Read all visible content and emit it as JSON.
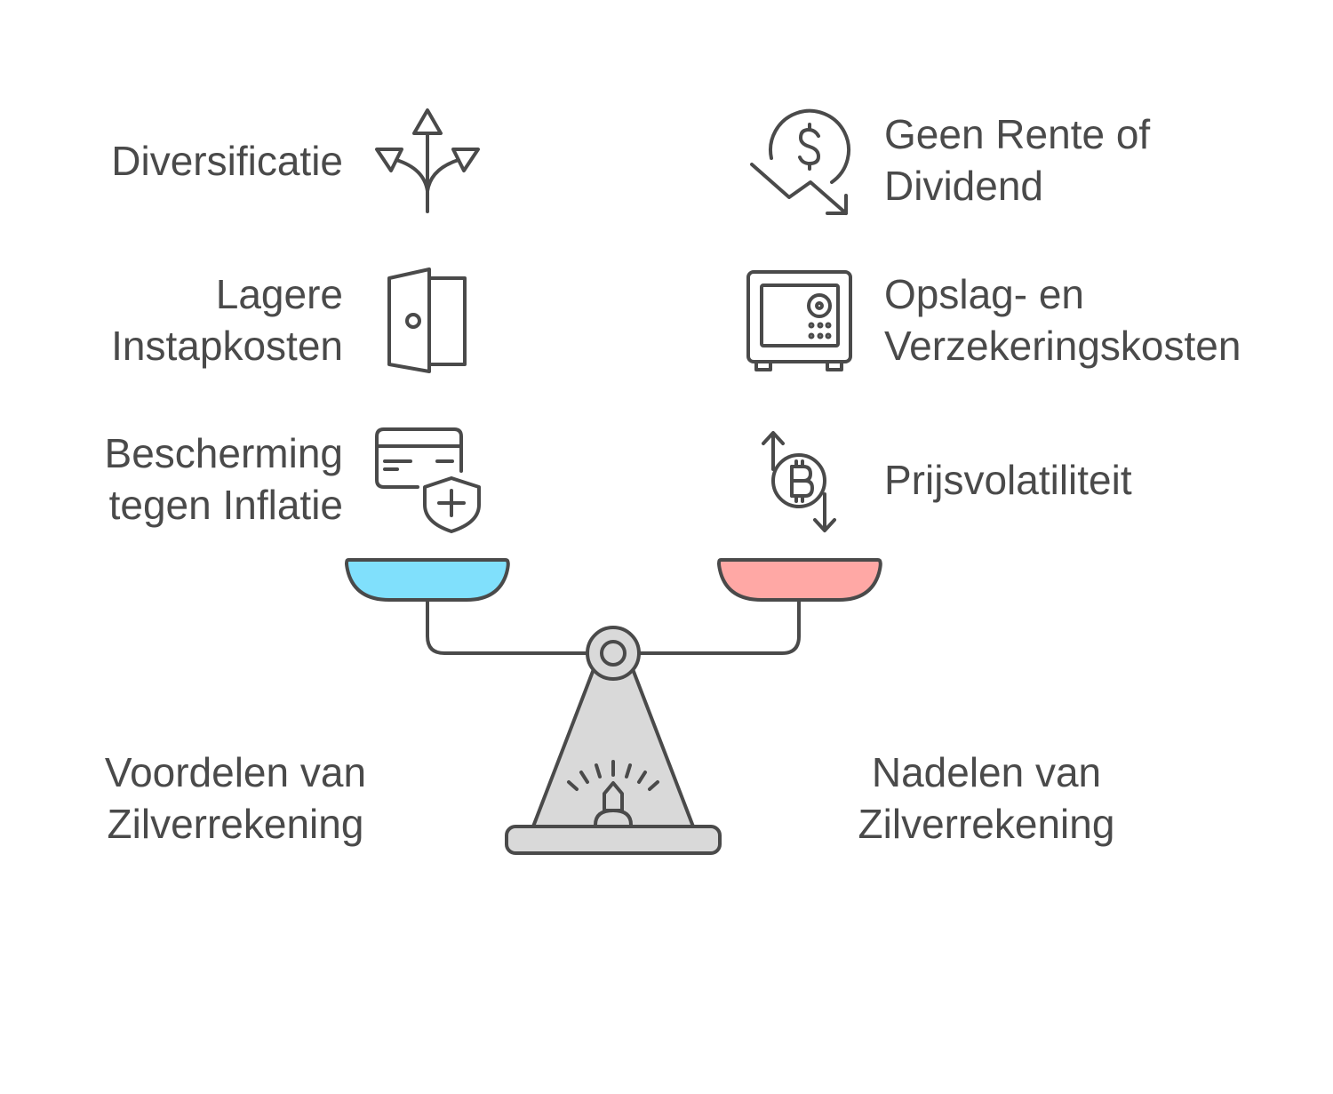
{
  "advantages": {
    "title_line1": "Voordelen van",
    "title_line2": "Zilverrekening",
    "items": [
      {
        "line1": "Diversificatie",
        "line2": "",
        "icon": "split-arrows-icon"
      },
      {
        "line1": "Lagere",
        "line2": "Instapkosten",
        "icon": "open-door-icon"
      },
      {
        "line1": "Bescherming",
        "line2": "tegen Inflatie",
        "icon": "card-shield-icon"
      }
    ],
    "pan_color": "#80e0fc"
  },
  "disadvantages": {
    "title_line1": "Nadelen van",
    "title_line2": "Zilverrekening",
    "items": [
      {
        "line1": "Geen Rente of",
        "line2": "Dividend",
        "icon": "dollar-decline-icon"
      },
      {
        "line1": "Opslag- en",
        "line2": "Verzekeringskosten",
        "icon": "safe-icon"
      },
      {
        "line1": "Prijsvolatiliteit",
        "line2": "",
        "icon": "bitcoin-volatility-icon"
      }
    ],
    "pan_color": "#ffa8a5"
  },
  "colors": {
    "stroke": "#4a4a4a",
    "scale_body": "#d9d9d9"
  }
}
